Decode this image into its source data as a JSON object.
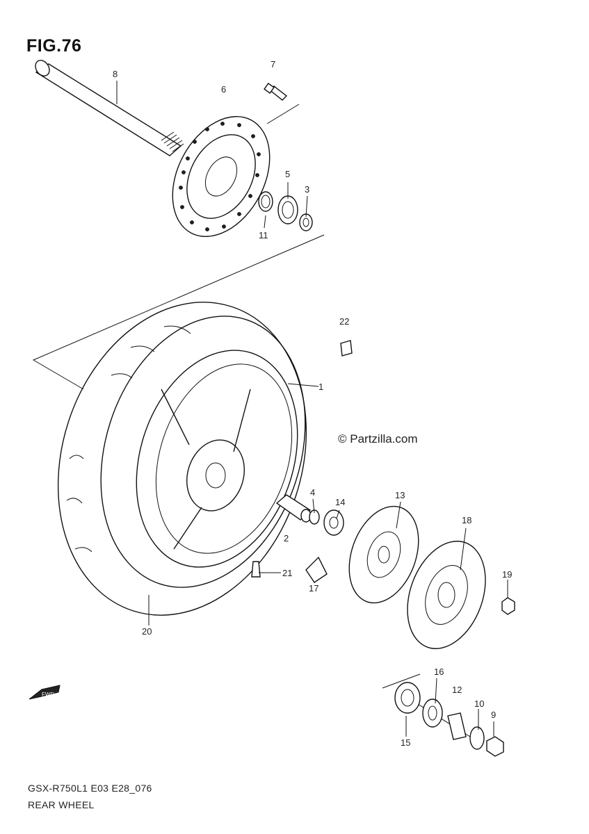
{
  "figure_title": "FIG.76",
  "copyright": "© Partzilla.com",
  "model_code": "GSX-R750L1 E03 E28_076",
  "diagram_name": "REAR WHEEL",
  "colors": {
    "line": "#111111",
    "background": "#ffffff"
  },
  "callouts": [
    {
      "id": "c1",
      "text": "1"
    },
    {
      "id": "c2",
      "text": "2"
    },
    {
      "id": "c3",
      "text": "3"
    },
    {
      "id": "c4",
      "text": "4"
    },
    {
      "id": "c5",
      "text": "5"
    },
    {
      "id": "c6",
      "text": "6"
    },
    {
      "id": "c7",
      "text": "7"
    },
    {
      "id": "c8",
      "text": "8"
    },
    {
      "id": "c9",
      "text": "9"
    },
    {
      "id": "c10",
      "text": "10"
    },
    {
      "id": "c11",
      "text": "11"
    },
    {
      "id": "c12",
      "text": "12"
    },
    {
      "id": "c13",
      "text": "13"
    },
    {
      "id": "c14",
      "text": "14"
    },
    {
      "id": "c15",
      "text": "15"
    },
    {
      "id": "c16",
      "text": "16"
    },
    {
      "id": "c17",
      "text": "17"
    },
    {
      "id": "c18",
      "text": "18"
    },
    {
      "id": "c19",
      "text": "19"
    },
    {
      "id": "c20",
      "text": "20"
    },
    {
      "id": "c21",
      "text": "21"
    },
    {
      "id": "c22",
      "text": "22"
    }
  ],
  "fwd_arrow_label": "FWD"
}
